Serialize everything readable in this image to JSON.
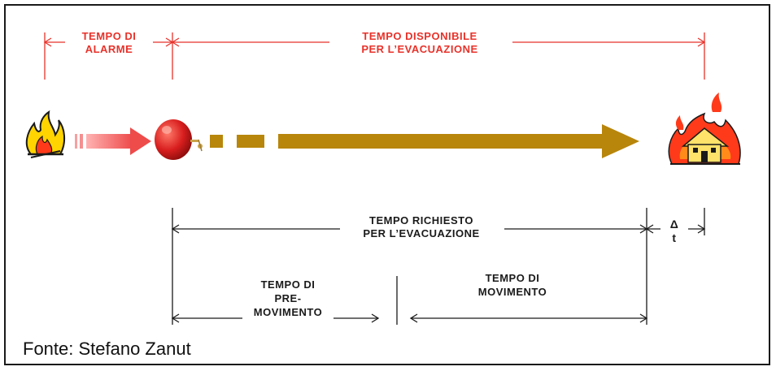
{
  "labels": {
    "tempo_alarme": [
      "TEMPO DI",
      "ALARME"
    ],
    "tempo_disponibile": [
      "TEMPO DISPONIBILE",
      "PER L’EVACUAZIONE"
    ],
    "tempo_richiesto": [
      "TEMPO RICHIESTO",
      "PER L’EVACUAZIONE"
    ],
    "delta_t": [
      "Δ",
      "t"
    ],
    "tempo_premovimento": [
      "TEMPO DI",
      "PRE-",
      "MOVIMENTO"
    ],
    "tempo_movimento": [
      "TEMPO DI",
      "MOVIMENTO"
    ]
  },
  "source": "Fonte: Stefano Zanut",
  "icons": {
    "fire": "fire-icon",
    "alarm": "alarm-bell-icon",
    "burning_house": "burning-house-icon"
  },
  "colors": {
    "red_label": "#e8322a",
    "arrow_brown": "#b8860b",
    "arrow_pink": "#f06a6a",
    "alarm_red": "#d81e1e"
  }
}
